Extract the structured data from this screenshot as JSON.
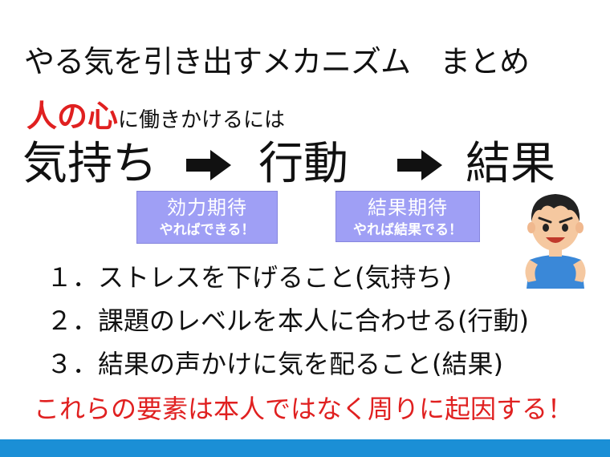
{
  "title": "やる気を引き出すメカニズム　まとめ",
  "subtitle": {
    "highlight": "人の心",
    "rest": "に働きかけるには"
  },
  "flow": [
    "気持ち",
    "行動",
    "結果"
  ],
  "boxes": [
    {
      "line1": "効力期待",
      "line2": "やればできる！"
    },
    {
      "line1": "結果期待",
      "line2": "やれば結果でる！"
    }
  ],
  "items": [
    "１．ストレスを下げること(気持ち)",
    "２．課題のレベルを本人に合わせる(行動)",
    "３．結果の声かけに気を配ること(結果)"
  ],
  "footer": "これらの要素は本人ではなく周りに起因する！",
  "colors": {
    "highlight": "#e02020",
    "box": "#9f9ff5",
    "bar": "#1b8fd6"
  },
  "icons": {
    "arrow": "arrow-right-icon",
    "person": "boy-illustration"
  }
}
